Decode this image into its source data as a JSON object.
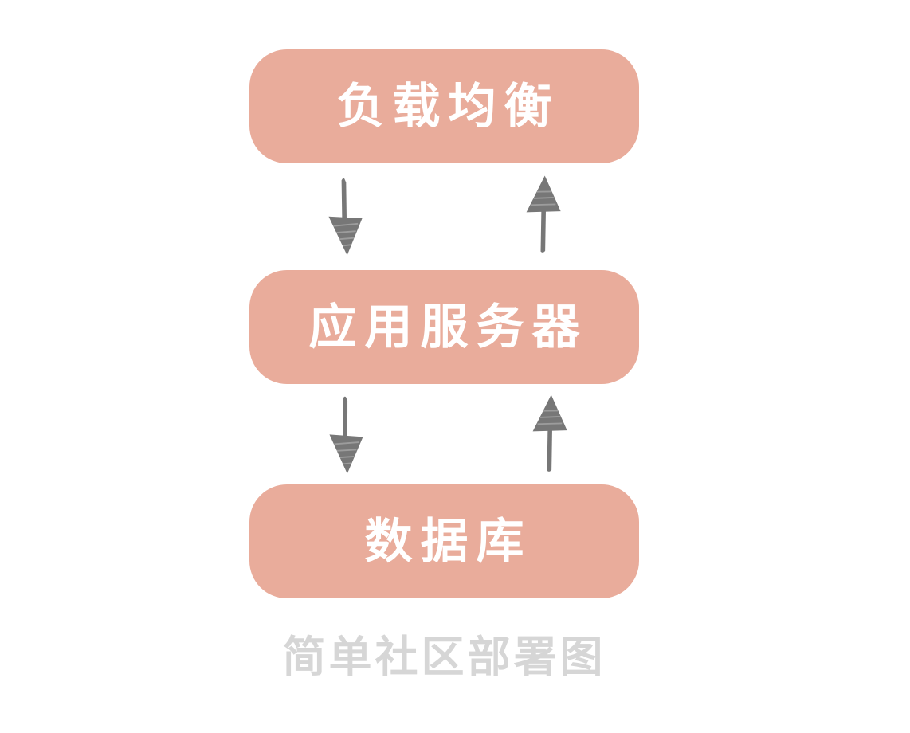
{
  "diagram": {
    "caption": "简单社区部署图",
    "nodes": [
      {
        "id": "load-balancer",
        "label": "负载均衡"
      },
      {
        "id": "app-server",
        "label": "应用服务器"
      },
      {
        "id": "database",
        "label": "数据库"
      }
    ],
    "edges": [
      {
        "from": "load-balancer",
        "to": "app-server",
        "arrow": "down"
      },
      {
        "from": "app-server",
        "to": "load-balancer",
        "arrow": "up"
      },
      {
        "from": "app-server",
        "to": "database",
        "arrow": "down"
      },
      {
        "from": "database",
        "to": "app-server",
        "arrow": "up"
      }
    ],
    "colors": {
      "node_fill": "#e9ac9b",
      "node_text": "#ffffff",
      "arrow": "#777777",
      "caption": "#d6d6d6",
      "background": "#ffffff"
    }
  }
}
